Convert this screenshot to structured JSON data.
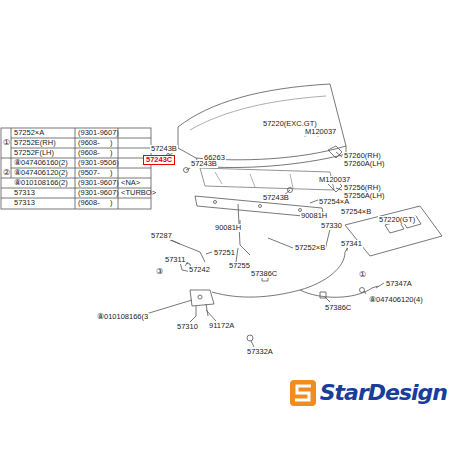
{
  "diagram": {
    "labels": [
      "57252×A",
      "(9301-9607)",
      "①",
      "57252E(RH)",
      "(9608-     )",
      "57252F(LH)",
      "(9608-     )",
      "②",
      "⑧047406160(2)",
      "(9301-9506)",
      "⑧047406120(2)",
      "(9507-     )",
      "⑧010108166(2)",
      "(9301-9607)",
      "<NA>",
      "57313",
      "(9301-9607)",
      "<TURBO>",
      "57313",
      "(9608-     )",
      "57220(EXC.GT)",
      "M120037",
      "57243B",
      "57243C",
      "66263",
      "57243B",
      "57260(RH)",
      "57260A(LH)",
      "M120037",
      "57256(RH)",
      "57256A(LH)",
      "57243B",
      "57254×A",
      "57254×B",
      "90081H",
      "57220(GT)",
      "90081H",
      "57330",
      "57287",
      "57341",
      "57252×B",
      "57251",
      "57311",
      "57255",
      "57242",
      "57386C",
      "③",
      "①",
      "57347A",
      "⑧047406120(4)",
      "57386C",
      "⑧010108166(3",
      "57310",
      "91172A",
      "57332A",
      "StarDesign"
    ]
  }
}
